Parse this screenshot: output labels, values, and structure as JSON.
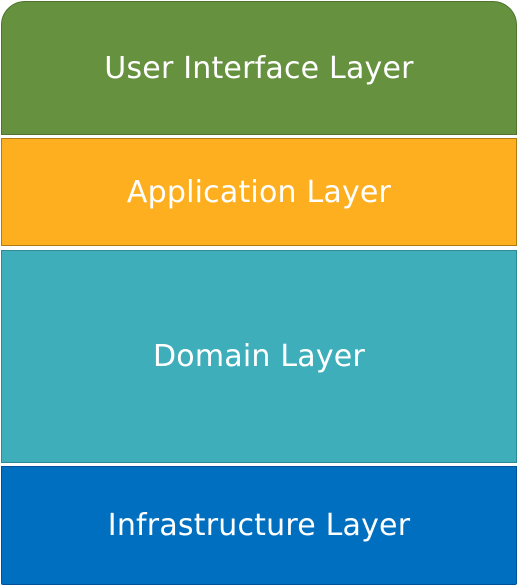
{
  "colors": {
    "user_interface": "#66913f",
    "application": "#fdaf1f",
    "domain": "#3faebb",
    "infrastructure": "#016fc0",
    "text": "#ffffff"
  },
  "layers": [
    {
      "label": "User Interface Layer"
    },
    {
      "label": "Application Layer"
    },
    {
      "label": "Domain Layer"
    },
    {
      "label": "Infrastructure Layer"
    }
  ]
}
